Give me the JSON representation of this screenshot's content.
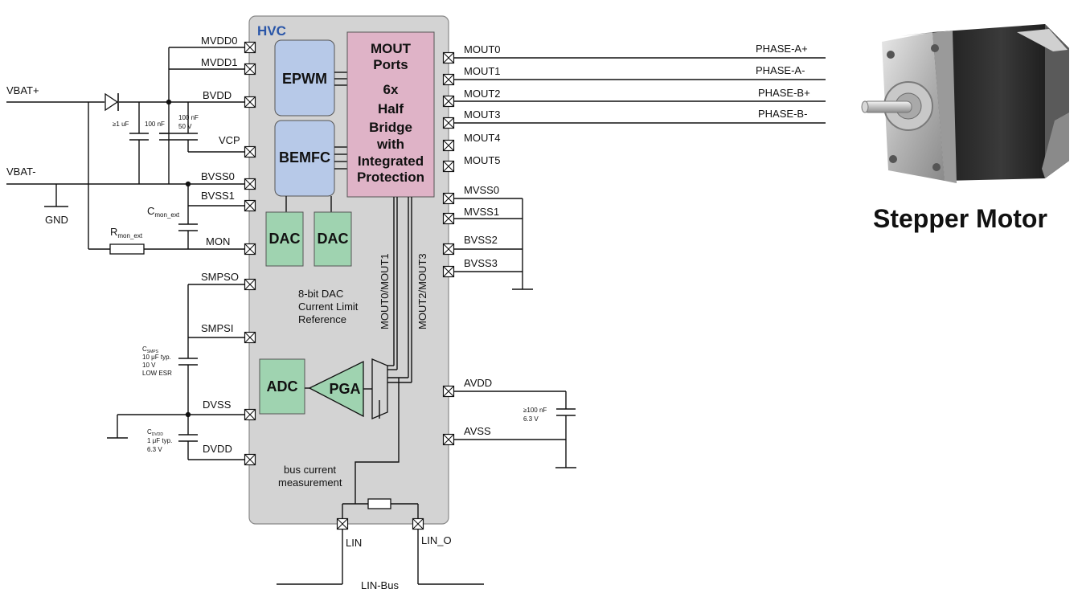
{
  "chip": {
    "title": "HVC",
    "blocks": {
      "epwm": "EPWM",
      "bemfc": "BEMFC",
      "mout_lines": [
        "MOUT",
        "Ports",
        "6x",
        "Half",
        "Bridge",
        "with",
        "Integrated",
        "Protection"
      ],
      "dac": "DAC",
      "adc": "ADC",
      "pga": "PGA"
    },
    "notes": {
      "dac_lines": [
        "8-bit DAC",
        "Current Limit",
        "Reference"
      ],
      "bus_lines": [
        "bus current",
        "measurement"
      ],
      "mout01": "MOUT0/MOUT1",
      "mout23": "MOUT2/MOUT3"
    }
  },
  "left_pins": {
    "mvdd0": "MVDD0",
    "mvdd1": "MVDD1",
    "bvdd": "BVDD",
    "vcp": "VCP",
    "bvss0": "BVSS0",
    "bvss1": "BVSS1",
    "mon": "MON",
    "smpso": "SMPSO",
    "smpsi": "SMPSI",
    "dvss": "DVSS",
    "dvdd": "DVDD"
  },
  "right_pins": {
    "mout0": "MOUT0",
    "mout1": "MOUT1",
    "mout2": "MOUT2",
    "mout3": "MOUT3",
    "mout4": "MOUT4",
    "mout5": "MOUT5",
    "mvss0": "MVSS0",
    "mvss1": "MVSS1",
    "bvss2": "BVSS2",
    "bvss3": "BVSS3",
    "avdd": "AVDD",
    "avss": "AVSS"
  },
  "bottom_pins": {
    "lin": "LIN",
    "lin_o": "LIN_O",
    "bus": "LIN-Bus"
  },
  "phases": {
    "a_plus": "PHASE-A+",
    "a_minus": "PHASE-A-",
    "b_plus": "PHASE-B+",
    "b_minus": "PHASE-B-"
  },
  "supply": {
    "vbat_plus": "VBAT+",
    "vbat_minus": "VBAT-",
    "gnd": "GND"
  },
  "components": {
    "c1": "≥1 uF",
    "c2": "100 nF",
    "c3": [
      "100 nF",
      "50 V"
    ],
    "cmon_main": "C",
    "cmon_sub": "mon_ext",
    "rmon_main": "R",
    "rmon_sub": "mon_ext",
    "csmps": [
      "C",
      "10 μF typ.",
      "10 V",
      "LOW ESR"
    ],
    "csmps_sub": "SMPS",
    "cdvdd": [
      "C",
      "1 μF typ.",
      "6.3 V"
    ],
    "cdvdd_sub": "DVDD",
    "cavdd": [
      "≥100 nF",
      "6.3 V"
    ]
  },
  "motor": {
    "caption": "Stepper Motor"
  },
  "colors": {
    "chip_fill": "#d3d3d3",
    "blue_block": "#b7c9e8",
    "pink_block": "#dfb3c7",
    "green_block": "#9fd3b0",
    "hvc_title": "#2a56a8"
  }
}
